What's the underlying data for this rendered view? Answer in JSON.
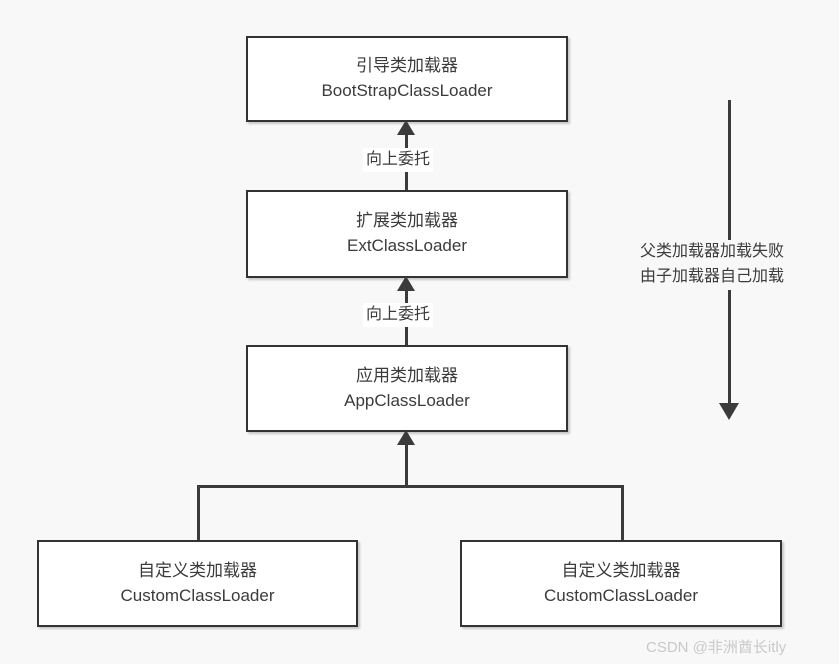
{
  "diagram": {
    "background_color": "#f8f8f8",
    "stroke_color": "#333333",
    "node_fill": "#ffffff",
    "nodes": [
      {
        "id": "bootstrap",
        "cn": "引导类加载器",
        "en": "BootStrapClassLoader"
      },
      {
        "id": "ext",
        "cn": "扩展类加载器",
        "en": "ExtClassLoader"
      },
      {
        "id": "app",
        "cn": "应用类加载器",
        "en": "AppClassLoader"
      },
      {
        "id": "custom-left",
        "cn": "自定义类加载器",
        "en": "CustomClassLoader"
      },
      {
        "id": "custom-right",
        "cn": "自定义类加载器",
        "en": "CustomClassLoader"
      }
    ],
    "edge_labels": [
      {
        "id": "delegate-upper",
        "text": "向上委托"
      },
      {
        "id": "delegate-lower",
        "text": "向上委托"
      }
    ],
    "side_note": {
      "line1": "父类加载器加载失败",
      "line2": "由子加载器自己加载"
    }
  },
  "watermark": {
    "text": "CSDN @非洲酋长itly",
    "color": "#c9c9c9"
  }
}
